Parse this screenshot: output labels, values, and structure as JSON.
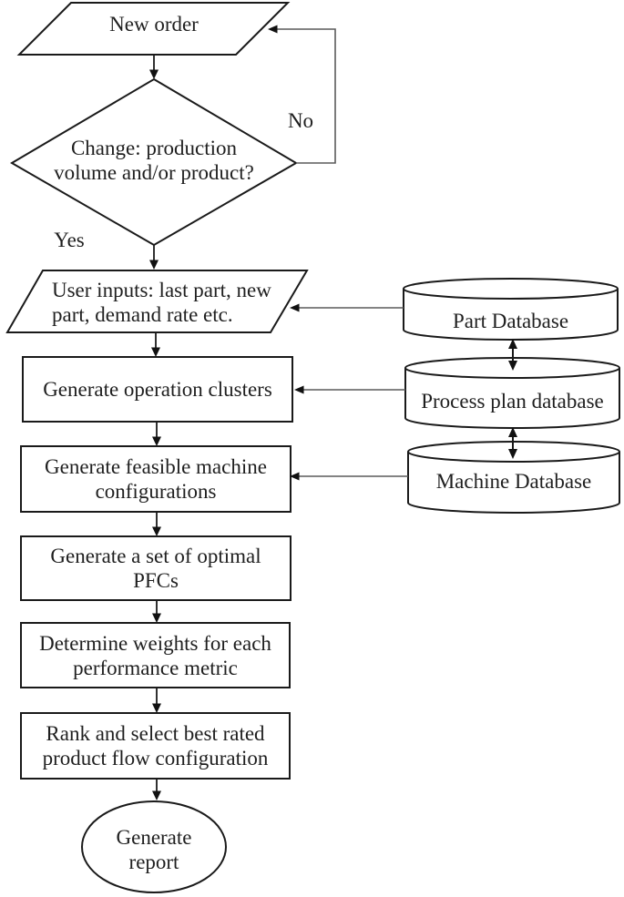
{
  "diagram": {
    "type": "flowchart",
    "nodes": [
      {
        "id": "new-order",
        "shape": "parallelogram",
        "lines": [
          "New order"
        ]
      },
      {
        "id": "change-decision",
        "shape": "diamond",
        "lines": [
          "Change: production",
          "volume and/or product?"
        ]
      },
      {
        "id": "user-inputs",
        "shape": "parallelogram",
        "lines": [
          "User inputs: last part, new",
          "part, demand rate etc."
        ]
      },
      {
        "id": "generate-operation-clusters",
        "shape": "rect",
        "lines": [
          "Generate operation clusters"
        ]
      },
      {
        "id": "generate-feasible-machine-configurations",
        "shape": "rect",
        "lines": [
          "Generate feasible machine",
          "configurations"
        ]
      },
      {
        "id": "generate-optimal-pfcs",
        "shape": "rect",
        "lines": [
          "Generate a set of optimal",
          "PFCs"
        ]
      },
      {
        "id": "determine-weights",
        "shape": "rect",
        "lines": [
          "Determine weights for each",
          "performance metric"
        ]
      },
      {
        "id": "rank-and-select",
        "shape": "rect",
        "lines": [
          "Rank and select best rated",
          "product flow configuration"
        ]
      },
      {
        "id": "generate-report",
        "shape": "ellipse",
        "lines": [
          "Generate",
          "report"
        ]
      }
    ],
    "databases": [
      {
        "id": "part-database",
        "label": "Part Database"
      },
      {
        "id": "process-plan-database",
        "label": "Process plan database"
      },
      {
        "id": "machine-database",
        "label": "Machine Database"
      }
    ],
    "branch_labels": {
      "yes": "Yes",
      "no": "No"
    },
    "edges": [
      {
        "from": "new-order",
        "to": "change-decision"
      },
      {
        "from": "change-decision",
        "to": "new-order",
        "label": "No",
        "style": "loop-right"
      },
      {
        "from": "change-decision",
        "to": "user-inputs",
        "label": "Yes"
      },
      {
        "from": "user-inputs",
        "to": "generate-operation-clusters"
      },
      {
        "from": "generate-operation-clusters",
        "to": "generate-feasible-machine-configurations"
      },
      {
        "from": "generate-feasible-machine-configurations",
        "to": "generate-optimal-pfcs"
      },
      {
        "from": "generate-optimal-pfcs",
        "to": "determine-weights"
      },
      {
        "from": "determine-weights",
        "to": "rank-and-select"
      },
      {
        "from": "rank-and-select",
        "to": "generate-report"
      },
      {
        "from": "part-database",
        "to": "user-inputs"
      },
      {
        "from": "process-plan-database",
        "to": "generate-operation-clusters"
      },
      {
        "from": "machine-database",
        "to": "generate-feasible-machine-configurations"
      },
      {
        "from": "part-database",
        "to": "process-plan-database",
        "bidirectional": true
      },
      {
        "from": "process-plan-database",
        "to": "machine-database",
        "bidirectional": true
      }
    ],
    "colors": {
      "shape_stroke": "#1a1a1a",
      "connector": "#5a5a5a",
      "arrowhead": "#111111",
      "text": "#1f1f1f",
      "background": "#ffffff"
    }
  }
}
